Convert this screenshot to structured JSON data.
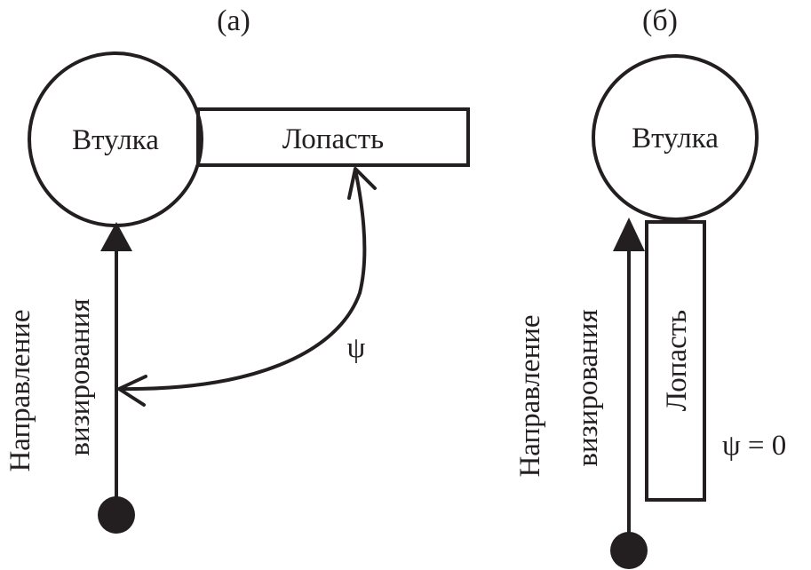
{
  "panels": [
    {
      "id": "a",
      "title": "(a)",
      "hub_label": "Втулка",
      "blade_label": "Лопасть",
      "view_direction_label_line1": "Направление",
      "view_direction_label_line2": "визирования",
      "angle_label": "ψ",
      "blade_orientation": "horizontal"
    },
    {
      "id": "b",
      "title": "(б)",
      "hub_label": "Втулка",
      "blade_label": "Лопасть",
      "view_direction_label_line1": "Направление",
      "view_direction_label_line2": "визирования",
      "angle_label": "ψ = 0",
      "blade_orientation": "vertical"
    }
  ],
  "colors": {
    "ink": "#231f20",
    "background": "#ffffff"
  }
}
